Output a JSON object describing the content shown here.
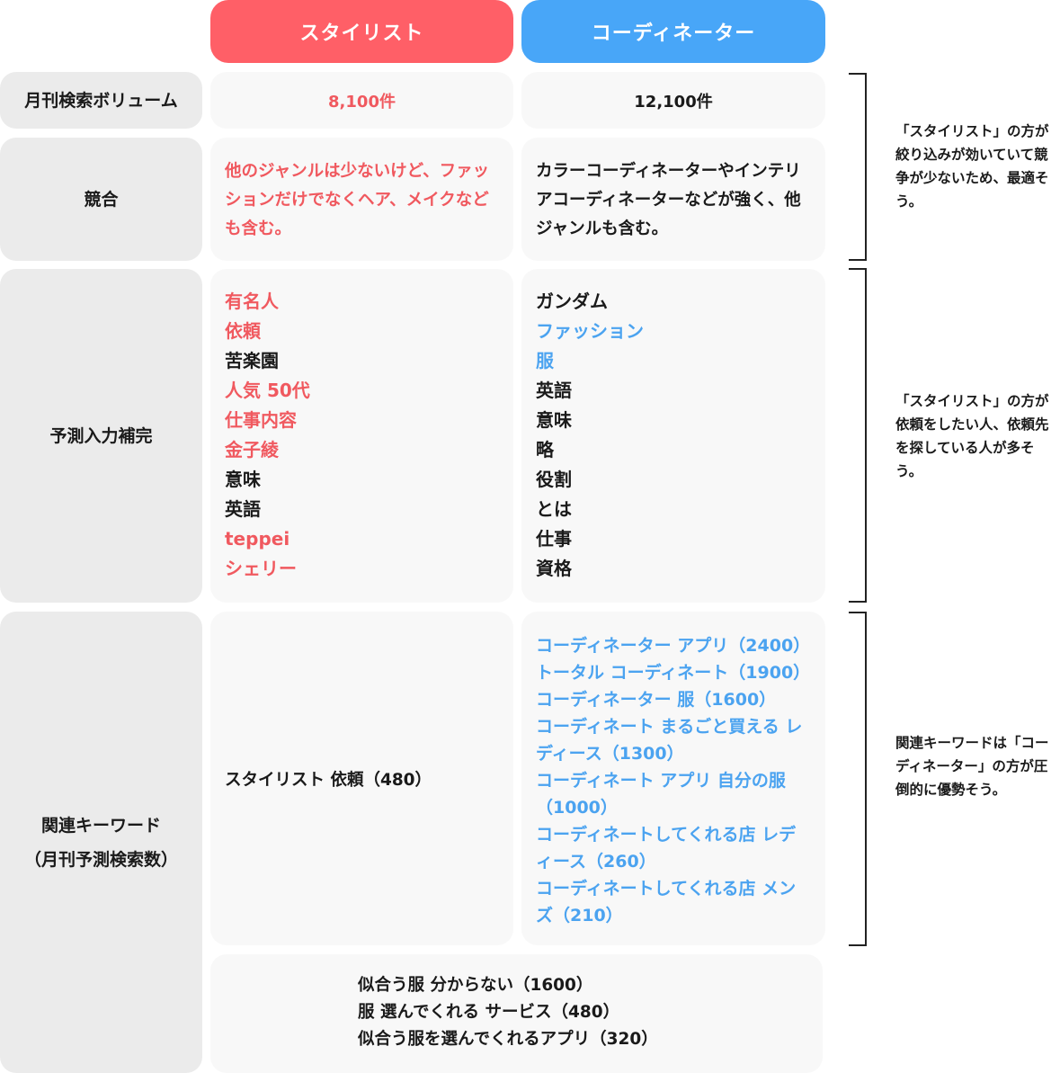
{
  "headers": {
    "stylist": "スタイリスト",
    "coordinator": "コーディネーター"
  },
  "rows": {
    "volume": {
      "label": "月刊検索ボリューム",
      "stylist": "8,100件",
      "coordinator": "12,100件"
    },
    "competition": {
      "label": "競合",
      "stylist": "他のジャンルは少ないけど、ファッションだけでなくヘア、メイクなども含む。",
      "coordinator": "カラーコーディネーターやインテリアコーディネーターなどが強く、他ジャンルも含む。"
    },
    "suggest": {
      "label": "予測入力補完",
      "stylist": [
        {
          "text": "有名人",
          "color": "red"
        },
        {
          "text": "依頼",
          "color": "red"
        },
        {
          "text": "苦楽園",
          "color": "dark"
        },
        {
          "text": "人気 50代",
          "color": "red"
        },
        {
          "text": "仕事内容",
          "color": "red"
        },
        {
          "text": "金子綾",
          "color": "red"
        },
        {
          "text": "意味",
          "color": "dark"
        },
        {
          "text": "英語",
          "color": "dark"
        },
        {
          "text": "teppei",
          "color": "red"
        },
        {
          "text": "シェリー",
          "color": "red"
        }
      ],
      "coordinator": [
        {
          "text": "ガンダム",
          "color": "dark"
        },
        {
          "text": "ファッション",
          "color": "blue"
        },
        {
          "text": "服",
          "color": "blue"
        },
        {
          "text": "英語",
          "color": "dark"
        },
        {
          "text": "意味",
          "color": "dark"
        },
        {
          "text": "略",
          "color": "dark"
        },
        {
          "text": "役割",
          "color": "dark"
        },
        {
          "text": "とは",
          "color": "dark"
        },
        {
          "text": "仕事",
          "color": "dark"
        },
        {
          "text": "資格",
          "color": "dark"
        }
      ]
    },
    "related": {
      "label_line1": "関連キーワード",
      "label_line2": "（月刊予測検索数）",
      "stylist": "スタイリスト 依頼（480）",
      "coordinator": [
        "コーディネーター アプリ（2400）",
        "トータル コーディネート（1900）",
        "コーディネーター 服（1600）",
        "コーディネート まるごと買える レディース（1300）",
        "コーディネート アプリ 自分の服（1000）",
        "コーディネートしてくれる店 レディース（260）",
        "コーディネートしてくれる店 メンズ（210）"
      ],
      "shared": [
        "似合う服 分からない（1600）",
        "服 選んでくれる サービス（480）",
        "似合う服を選んでくれるアプリ（320）"
      ]
    }
  },
  "notes": {
    "competition": "「スタイリスト」の方が絞り込みが効いていて競争が少ないため、最適そう。",
    "suggest": "「スタイリスト」の方が依頼をしたい人、依頼先を探している人が多そう。",
    "related": "関連キーワードは「コーディネーター」の方が圧倒的に優勢そう。"
  },
  "colors": {
    "stylist_accent": "#ff5f67",
    "coordinator_accent": "#48a6f8",
    "label_bg": "#ebebeb",
    "cell_bg": "#f8f8f8"
  }
}
